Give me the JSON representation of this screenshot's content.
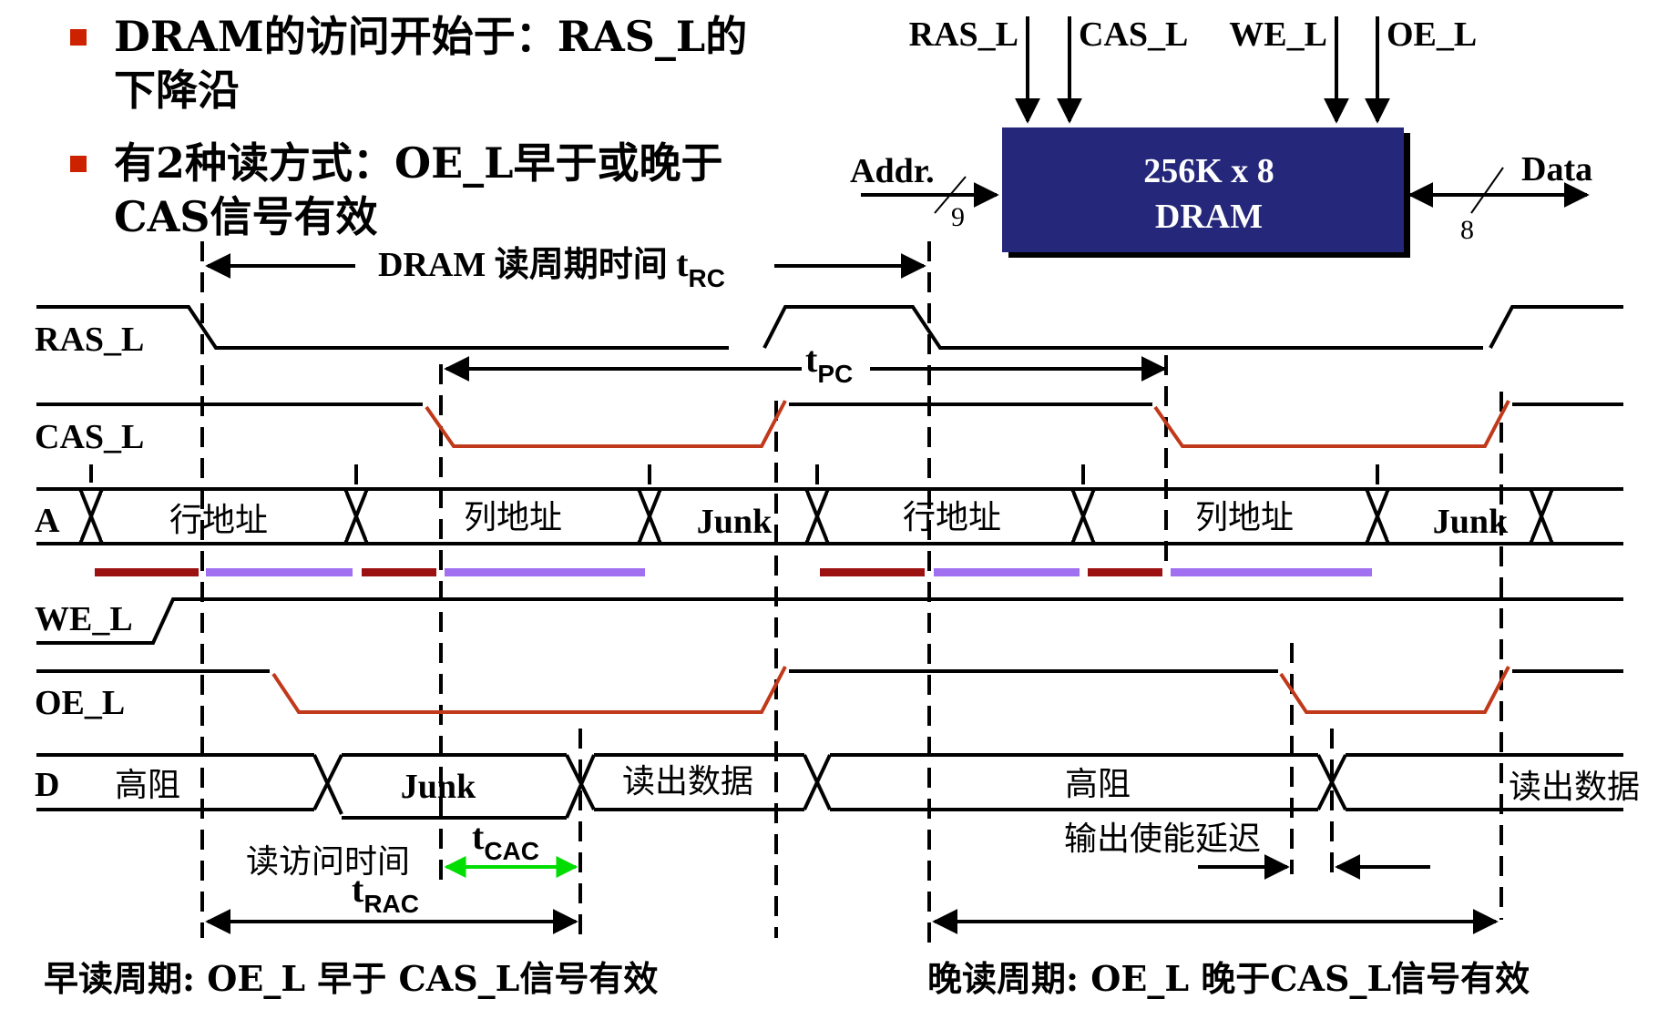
{
  "bullets": [
    {
      "line1": "DRAM的访问开始于：RAS_L的",
      "line2": "下降沿"
    },
    {
      "line1": "有2种读方式：OE_L早于或晚于",
      "line2": "CAS信号有效"
    }
  ],
  "block": {
    "title_line1": "256K x 8",
    "title_line2": "DRAM",
    "pins_top": [
      "RAS_L",
      "CAS_L",
      "WE_L",
      "OE_L"
    ],
    "addr_label": "Addr.",
    "addr_width": "9",
    "data_label": "Data",
    "data_width": "8",
    "colors": {
      "fill": "#25287a",
      "shadow": "#000000"
    }
  },
  "signals": [
    "RAS_L",
    "CAS_L",
    "A",
    "WE_L",
    "OE_L",
    "D"
  ],
  "address_zones": {
    "row": "行地址",
    "col": "列地址",
    "junk": "Junk",
    "junk_right": "Junk"
  },
  "data_zones": {
    "hi_z": "高阻",
    "junk": "Junk",
    "read": "读出数据",
    "hi_z_right": "高阻",
    "read_right": "读出数据"
  },
  "timing": {
    "trc_prefix": "DRAM 读周期时间 ",
    "trc_main": "t",
    "trc_sub": "RC",
    "tpc_main": "t",
    "tpc_sub": "PC",
    "tcac_main": "t",
    "tcac_sub": "CAC",
    "trac_main": "t",
    "trac_sub": "RAC",
    "read_access_label": "读访问时间",
    "output_enable_delay": "输出使能延迟"
  },
  "captions": {
    "early": "早读周期: OE_L 早于 CAS_L信号有效",
    "late": "晚读周期: OE_L 晚于CAS_L信号有效"
  },
  "colors": {
    "active_low": "#c0391b",
    "row_bar": "#9b1010",
    "col_bar": "#a070f0",
    "tcac_arrow": "#00dd00",
    "bullet": "#cc2200"
  }
}
